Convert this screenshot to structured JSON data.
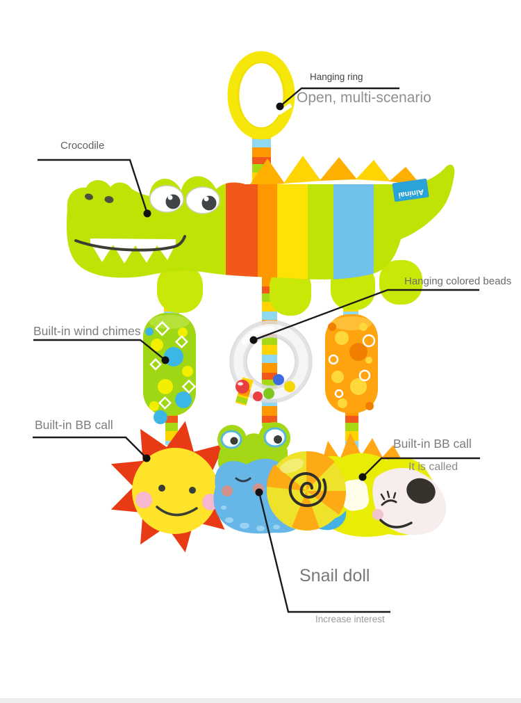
{
  "product": {
    "brand_tag_label": "Aininai",
    "callouts": {
      "hanging_ring": {
        "label": "Hanging ring",
        "sub": "Open, multi-scenario"
      },
      "crocodile": {
        "label": "Crocodile"
      },
      "colored_beads": {
        "label": "Hanging colored beads"
      },
      "wind_chimes": {
        "label": "Built-in wind chimes"
      },
      "bb_call_left": {
        "label": "Built-in BB call"
      },
      "bb_call_right": {
        "label": "Built-in BB call",
        "sub": "It is called"
      },
      "snail": {
        "label": "Snail doll",
        "sub": "Increase interest"
      }
    },
    "colors": {
      "croc_body_green": "#bfe304",
      "stripe_red": "#f2581a",
      "stripe_orange": "#ff9800",
      "stripe_yellow": "#ffe205",
      "stripe_blue": "#6fc0ea",
      "hanging_ring_yellow": "#f6e70b",
      "brand_tag_blue": "#2ba3d6",
      "sun_red": "#e83a14",
      "sun_face_yellow": "#ffe32a",
      "snail_body_blue": "#66b6e8",
      "snail_shell_yellow": "#eee32a",
      "hedgehog_yellow": "#e9ec04",
      "spike_orange": "#ffa714",
      "green_cylinder": "#9fd714",
      "orange_cylinder": "#ffa30f",
      "callout_line_black": "#1a1a1a",
      "label_gray": "#7d7d7d",
      "footer_strip_gray": "#ededed"
    }
  }
}
